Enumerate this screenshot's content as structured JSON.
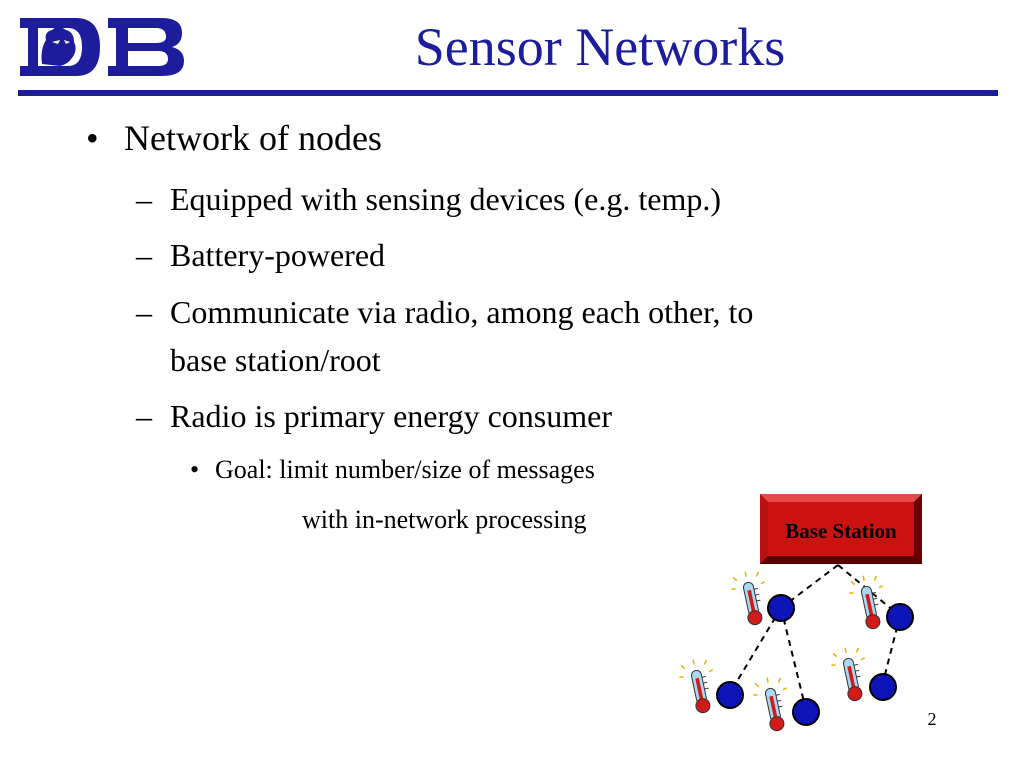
{
  "slide": {
    "title": "Sensor Networks",
    "page_number": "2"
  },
  "logo": {
    "text": "DB"
  },
  "bullets": [
    {
      "level": 1,
      "marker": "•",
      "text": "Network of nodes"
    },
    {
      "level": 2,
      "marker": "–",
      "text": "Equipped with sensing devices (e.g. temp.)"
    },
    {
      "level": 2,
      "marker": "–",
      "text": "Battery-powered"
    },
    {
      "level": 2,
      "marker": "–",
      "text": "Communicate via radio, among each other, to"
    },
    {
      "level": 2,
      "marker": "",
      "text": "base station/root"
    },
    {
      "level": 2,
      "marker": "–",
      "text": "Radio is primary energy consumer"
    },
    {
      "level": 3,
      "marker": "•",
      "text": "Goal: limit number/size of messages"
    },
    {
      "level": 3,
      "marker": "",
      "text": "with in-network processing"
    }
  ],
  "diagram": {
    "base_station_label": "Base Station",
    "colors": {
      "base_station_fill": "#cc1111",
      "base_station_border": "#7a0000",
      "node_fill": "#0d14b8",
      "node_stroke": "#000000",
      "link": "#000000",
      "thermometer_bulb": "#d11a1a",
      "thermometer_glass": "#a9d8f0"
    },
    "icons": [
      "thermometer-icon"
    ]
  },
  "colors": {
    "title": "#1c1c9c",
    "rule": "#1c1c9c",
    "logo": "#1c1c9c"
  }
}
